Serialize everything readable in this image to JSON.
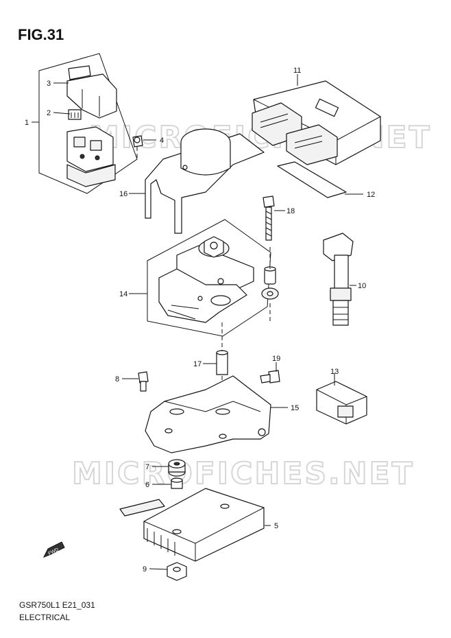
{
  "figure": {
    "title": "FIG.31",
    "code": "GSR750L1 E21_031",
    "name": "ELECTRICAL"
  },
  "watermark": "MICROFICHES.NET",
  "fwd_marker": "FWD",
  "callouts": [
    "1",
    "2",
    "3",
    "4",
    "5",
    "6",
    "7",
    "8",
    "9",
    "10",
    "11",
    "12",
    "13",
    "14",
    "15",
    "16",
    "17",
    "18",
    "19"
  ]
}
